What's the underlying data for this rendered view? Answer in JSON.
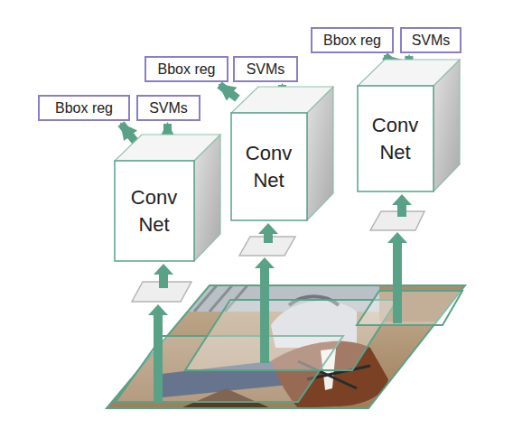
{
  "diagram": {
    "nodes": [
      {
        "text": [
          "Bbox reg"
        ]
      },
      {
        "text": [
          "SVMs"
        ]
      },
      {
        "text": [
          "Conv Net"
        ]
      },
      {
        "text": [
          "Bbox reg"
        ]
      },
      {
        "text": [
          "SVMs"
        ]
      },
      {
        "text": [
          "Conv Net"
        ]
      },
      {
        "text": [
          "Bbox reg"
        ]
      },
      {
        "text": [
          "SVMs"
        ]
      },
      {
        "text": [
          "Conv Net"
        ]
      }
    ],
    "edges": [
      {
        "from": 2,
        "to": 0,
        "arrow": "to"
      },
      {
        "from": 2,
        "to": 1,
        "arrow": "to"
      },
      {
        "from": 5,
        "to": 3,
        "arrow": "to"
      },
      {
        "from": 5,
        "to": 4,
        "arrow": "to"
      },
      {
        "from": 8,
        "to": 6,
        "arrow": "to"
      },
      {
        "from": 8,
        "to": 7,
        "arrow": "to"
      }
    ]
  }
}
